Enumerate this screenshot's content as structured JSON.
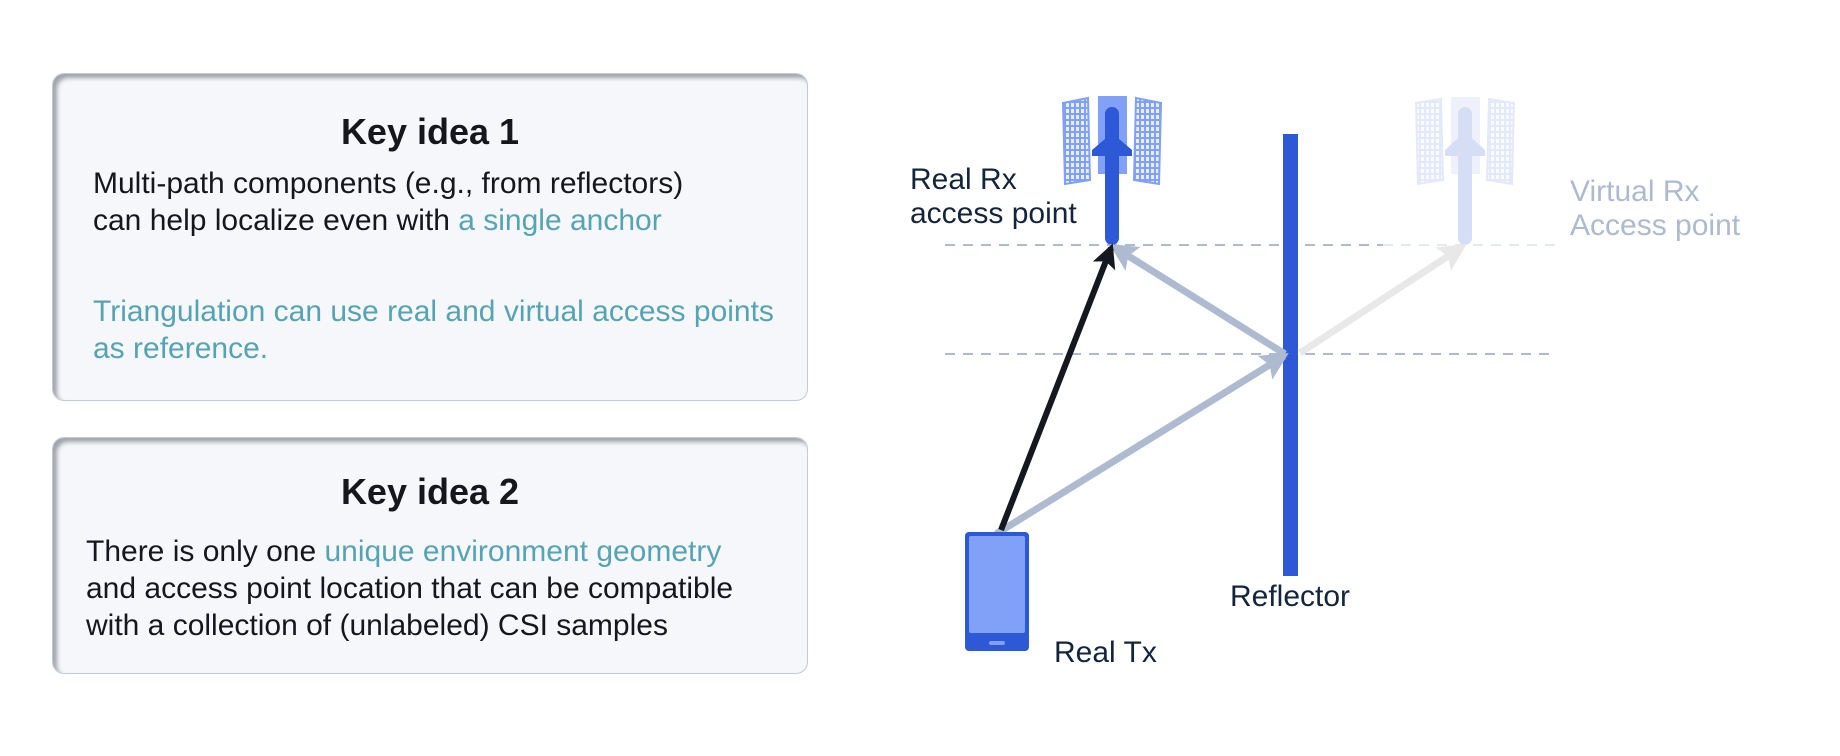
{
  "cards": [
    {
      "title": "Key idea 1",
      "paragraphs": [
        {
          "line1": "Multi-path components (e.g., from reflectors)",
          "line2_plain": "can help localize even with ",
          "line2_highlight": "a single anchor"
        },
        {
          "highlight": "Triangulation can use real and virtual access points as reference."
        }
      ]
    },
    {
      "title": "Key idea 2",
      "text_before": "There is only one ",
      "highlight": "unique environment geometry",
      "text_after": "and access point location that can be compatible with a collection of (unlabeled) CSI samples"
    }
  ],
  "diagram": {
    "labels": {
      "real_rx_line1": "Real Rx",
      "real_rx_line2": "access point",
      "virtual_rx_line1": "Virtual Rx",
      "virtual_rx_line2": "Access point",
      "reflector": "Reflector",
      "real_tx": "Real Tx"
    },
    "icons": {
      "real_rx": "cell-tower-icon",
      "virtual_rx": "cell-tower-icon",
      "real_tx": "smartphone-icon"
    },
    "paths": [
      {
        "name": "direct-path",
        "from": "real-tx",
        "to": "real-rx",
        "color": "#15181f"
      },
      {
        "name": "reflected-incident-path",
        "from": "real-tx",
        "to": "reflector",
        "color": "#aebad0"
      },
      {
        "name": "reflected-path",
        "from": "reflector",
        "to": "real-rx",
        "color": "#aebad0"
      },
      {
        "name": "virtual-path",
        "from": "reflector",
        "to": "virtual-rx",
        "color": "#e8e8e8"
      }
    ]
  },
  "colors": {
    "accent_blue": "#2d58d6",
    "light_blue": "#81a0f7",
    "highlight_teal": "#56a3b4",
    "path_gray": "#aebad0",
    "text_dark": "#13243d"
  }
}
